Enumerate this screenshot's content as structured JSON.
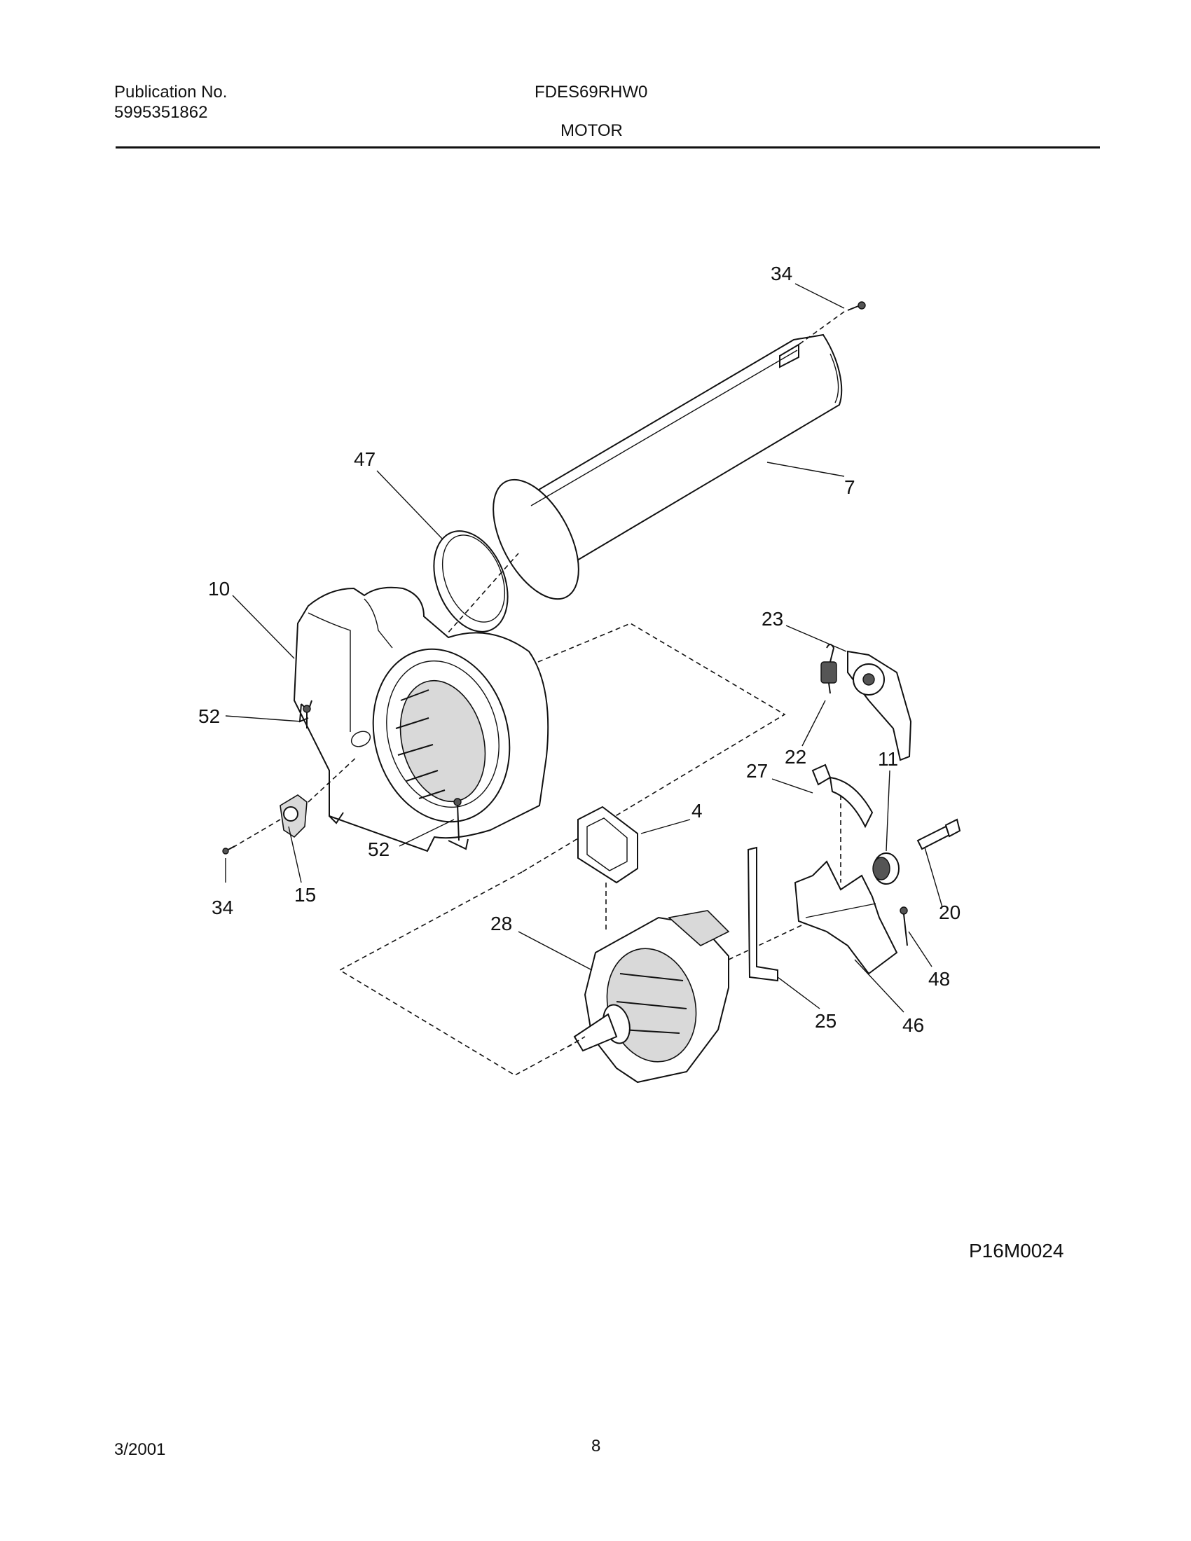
{
  "header": {
    "publication_label": "Publication No.",
    "publication_number": "5995351862",
    "model": "FDES69RHW0",
    "section_title": "MOTOR"
  },
  "callouts": {
    "p34_top": "34",
    "p7": "7",
    "p47": "47",
    "p10": "10",
    "p23": "23",
    "p22": "22",
    "p52_left": "52",
    "p52_bottom": "52",
    "p27": "27",
    "p11": "11",
    "p4": "4",
    "p20": "20",
    "p34_bottom": "34",
    "p15": "15",
    "p28": "28",
    "p48": "48",
    "p25": "25",
    "p46": "46"
  },
  "figure_code": "P16M0024",
  "footer": {
    "date": "3/2001",
    "page_number": "8"
  }
}
